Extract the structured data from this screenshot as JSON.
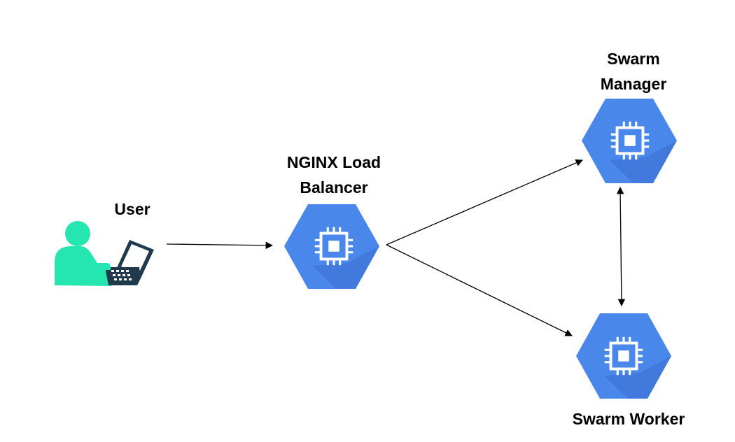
{
  "nodes": {
    "user": {
      "label": "User",
      "icon": "user-laptop-icon"
    },
    "load_balancer": {
      "label_line1": "NGINX Load",
      "label_line2": "Balancer",
      "icon": "compute-engine-chip-icon"
    },
    "swarm_manager": {
      "label_line1": "Swarm",
      "label_line2": "Manager",
      "icon": "compute-engine-chip-icon"
    },
    "swarm_worker": {
      "label": "Swarm Worker",
      "icon": "compute-engine-chip-icon"
    }
  },
  "edges": [
    {
      "from": "User",
      "to": "NGINX Load Balancer",
      "direction": "forward"
    },
    {
      "from": "NGINX Load Balancer",
      "to": "Swarm Manager",
      "direction": "forward"
    },
    {
      "from": "NGINX Load Balancer",
      "to": "Swarm Worker",
      "direction": "forward"
    },
    {
      "from": "Swarm Manager",
      "to": "Swarm Worker",
      "direction": "bidirectional"
    }
  ],
  "colors": {
    "hexagon": "#4a87ea",
    "hexagon_shadow": "#3a6fcf",
    "chip": "#ffffff",
    "person": "#25e5b0",
    "laptop": "#1f3a4d",
    "arrow": "#000000"
  }
}
